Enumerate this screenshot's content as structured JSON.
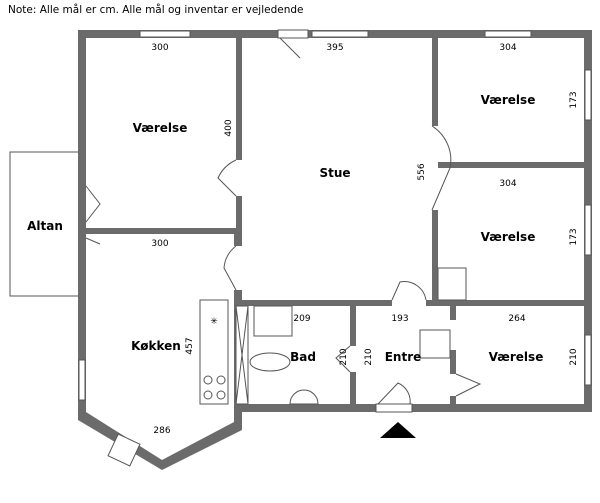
{
  "note": "Note: Alle mål er cm. Alle mål og inventar er vejledende",
  "rooms": {
    "vaerelse1": "Værelse",
    "stue": "Stue",
    "vaerelse2": "Værelse",
    "vaerelse3": "Værelse",
    "altan": "Altan",
    "koekken": "Køkken",
    "bad": "Bad",
    "entre": "Entre",
    "vaerelse4": "Værelse"
  },
  "dims": {
    "v1_w": "300",
    "v1_h": "400",
    "stue_w": "395",
    "stue_h": "556",
    "v2_w": "304",
    "v2_h": "173",
    "v3_w": "304",
    "v3_h": "173",
    "k_w": "300",
    "k_h": "457",
    "k_b": "286",
    "bad_w": "209",
    "bad_h": "210",
    "entre_w": "193",
    "entre_h": "210",
    "v4_w": "264",
    "v4_h": "210"
  },
  "colors": {
    "wall": "#6b6b6b"
  }
}
